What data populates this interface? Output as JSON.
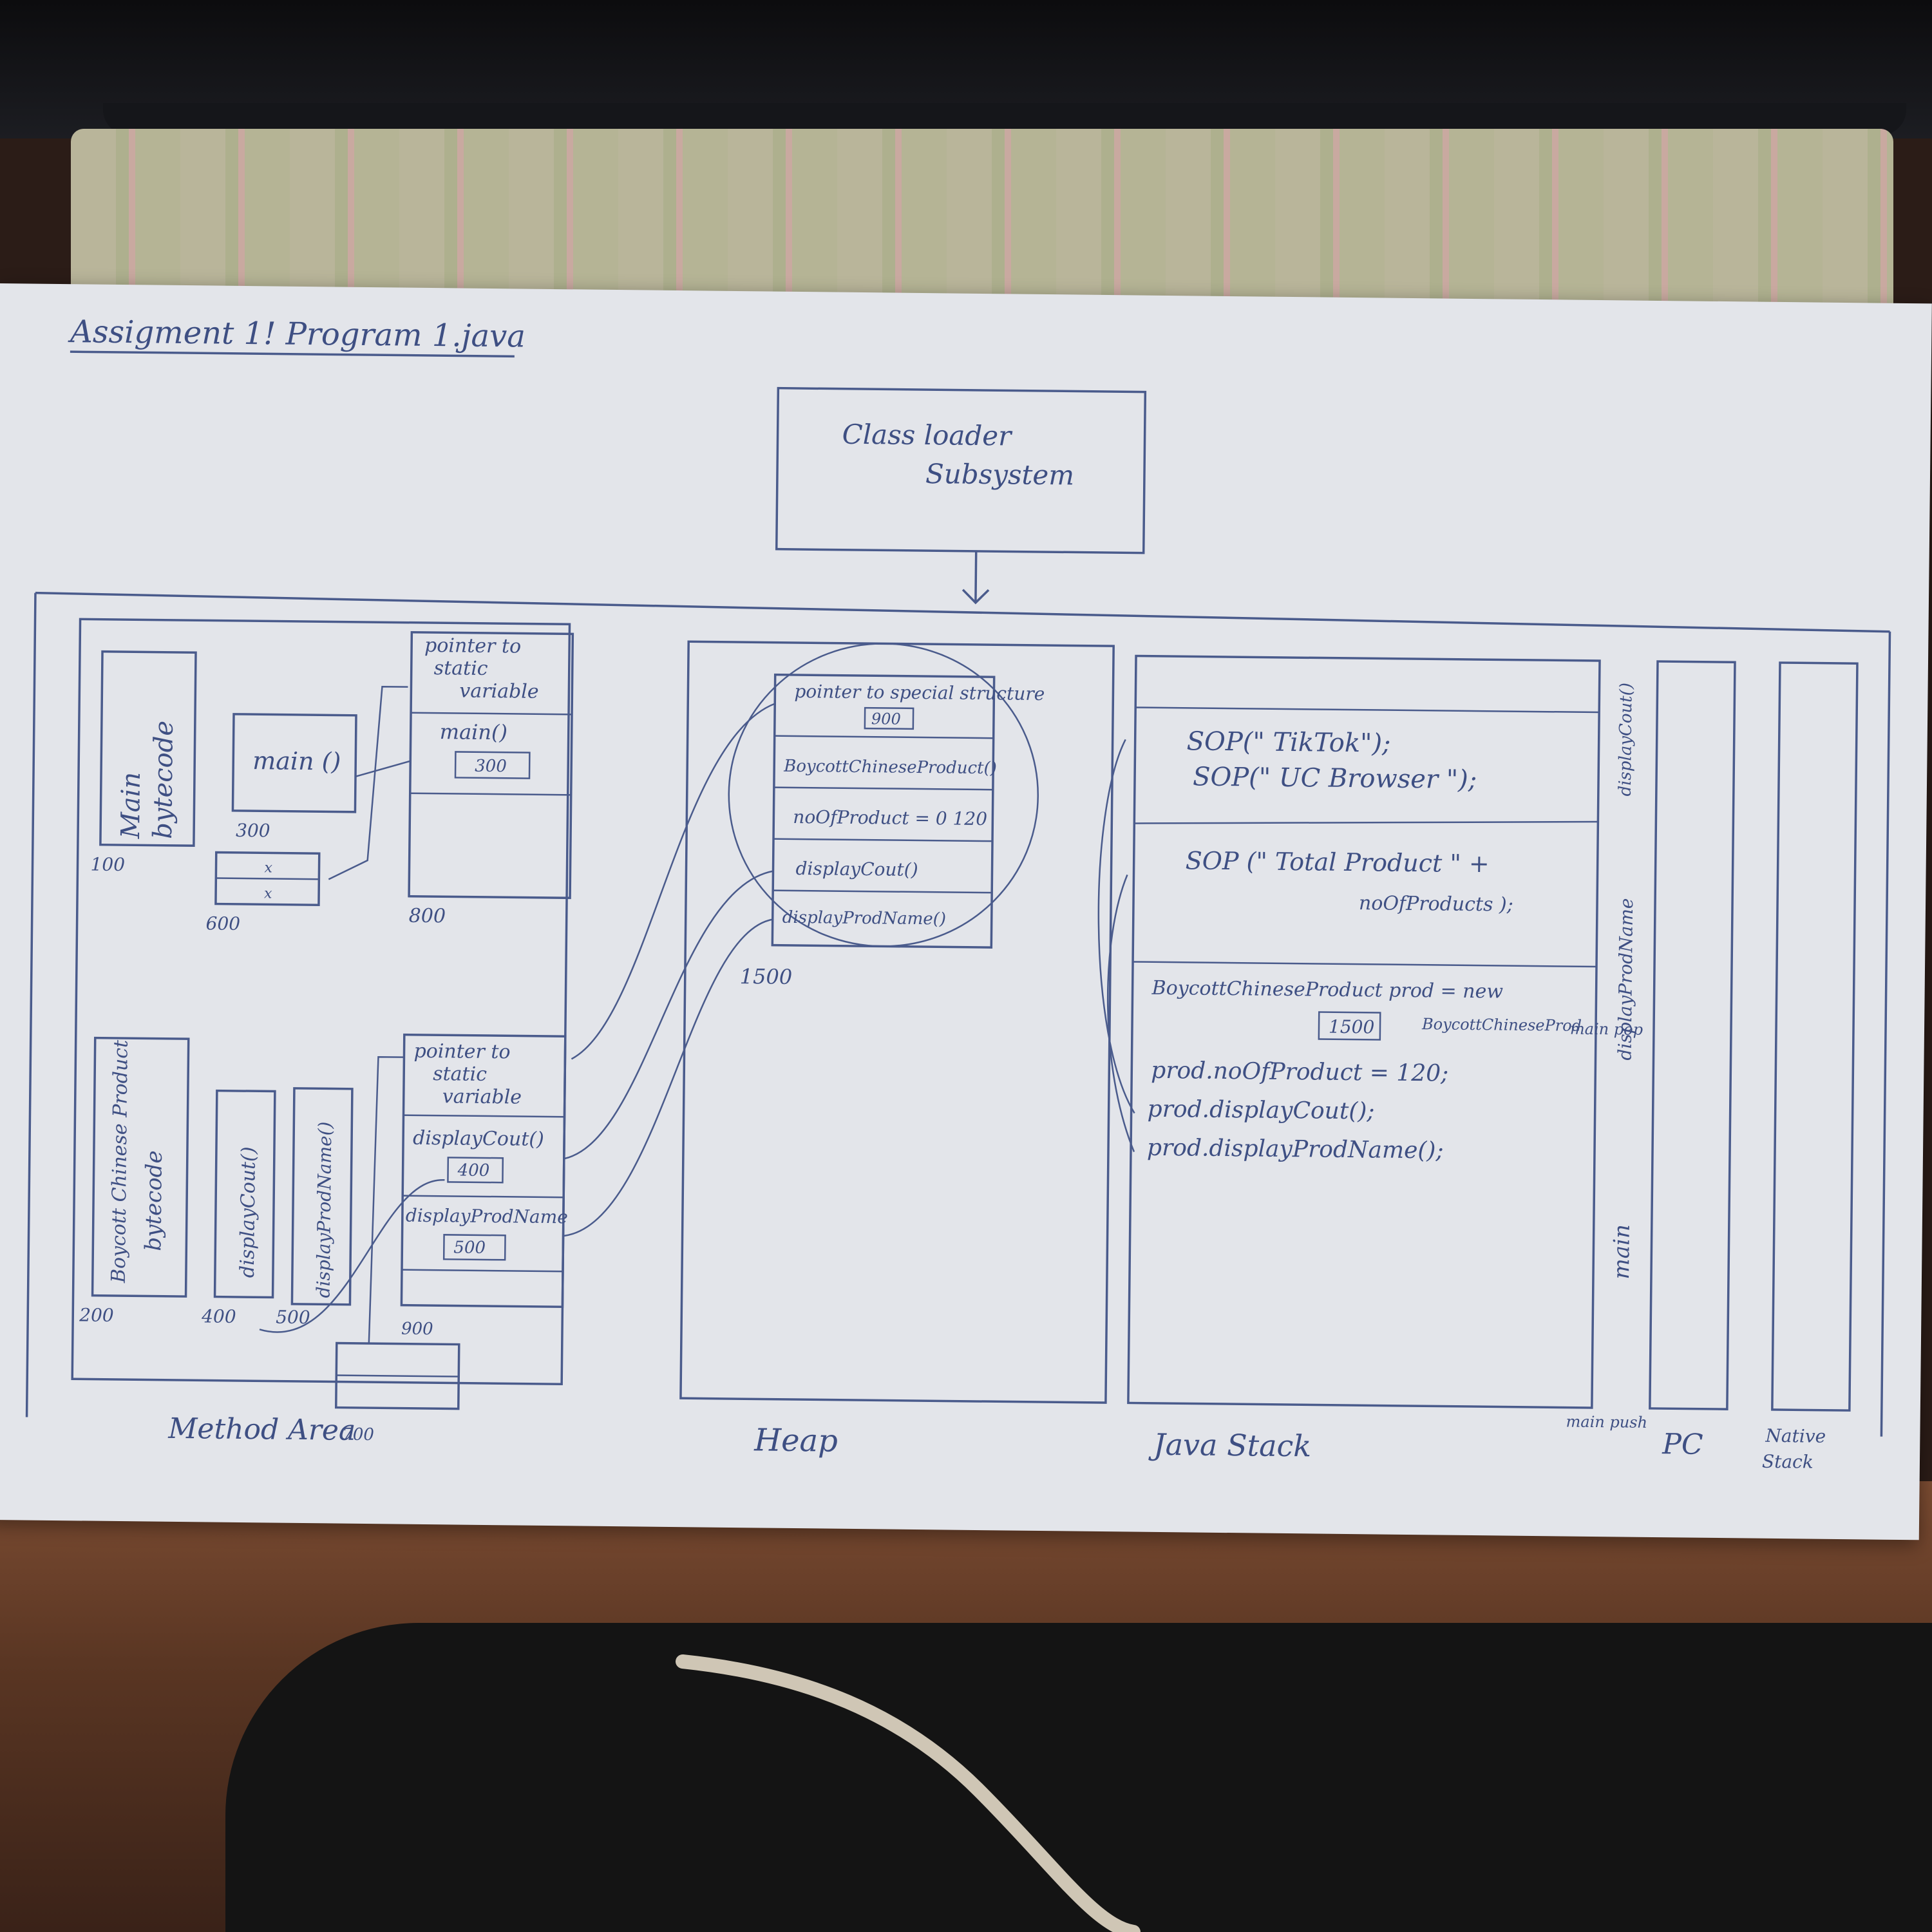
{
  "title": "Assigment 1! Program 1.java",
  "class_loader": [
    "Class loader",
    "Subsystem"
  ],
  "areas": {
    "method_area": "Method Area",
    "heap": "Heap",
    "java_stack": "Java Stack",
    "pc": "PC",
    "native_stack": [
      "Native",
      "Stack"
    ]
  },
  "method_area": {
    "main_bytecode": [
      "Main",
      "bytecode"
    ],
    "main_bytecode_addr": "100",
    "main_fn": "main ()",
    "main_fn_addr": "300",
    "static_x_addr": "600",
    "x1": "x",
    "x2": "x",
    "main_table": {
      "pointer": [
        "pointer to",
        "static",
        "variable"
      ],
      "method": "main()",
      "method_ref": "300",
      "addr": "800"
    },
    "bcp_bytecode": [
      "Boycott Chinese Product",
      "bytecode"
    ],
    "bcp_bytecode_addr": "200",
    "display_count": "displayCout()",
    "display_count_addr": "400",
    "display_prod_name": "displayProdName()",
    "display_prod_name_addr": "500",
    "bcp_table": {
      "pointer": [
        "pointer to",
        "static",
        "variable"
      ],
      "method1": "displayCout()",
      "method1_ref": "400",
      "method2": "displayProdName",
      "method2_ref": "500",
      "addr": "900"
    },
    "static_box_addr": "700"
  },
  "heap": {
    "obj_rows": [
      "pointer to special structure",
      "BoycottChineseProduct()",
      "noOfProduct = 0 120",
      "displayCout()",
      "displayProdName()"
    ],
    "special_ref": "900",
    "obj_addr": "1500"
  },
  "java_stack": {
    "frame1": [
      "SOP(\" TikTok\");",
      "SOP(\" UC Browser \");"
    ],
    "frame2": [
      "SOP (\" Total Product \" +",
      "noOfProducts );"
    ],
    "main_frame": [
      "BoycottChineseProduct prod = new",
      "BoycottChineseProd",
      "prod.noOfProduct = 120;",
      "prod.displayCout();",
      "prod.displayProdName();"
    ],
    "main_ref": "1500",
    "side_labels": [
      "displayProdName",
      "displayCout()",
      "main",
      "main pop",
      "main push"
    ]
  }
}
